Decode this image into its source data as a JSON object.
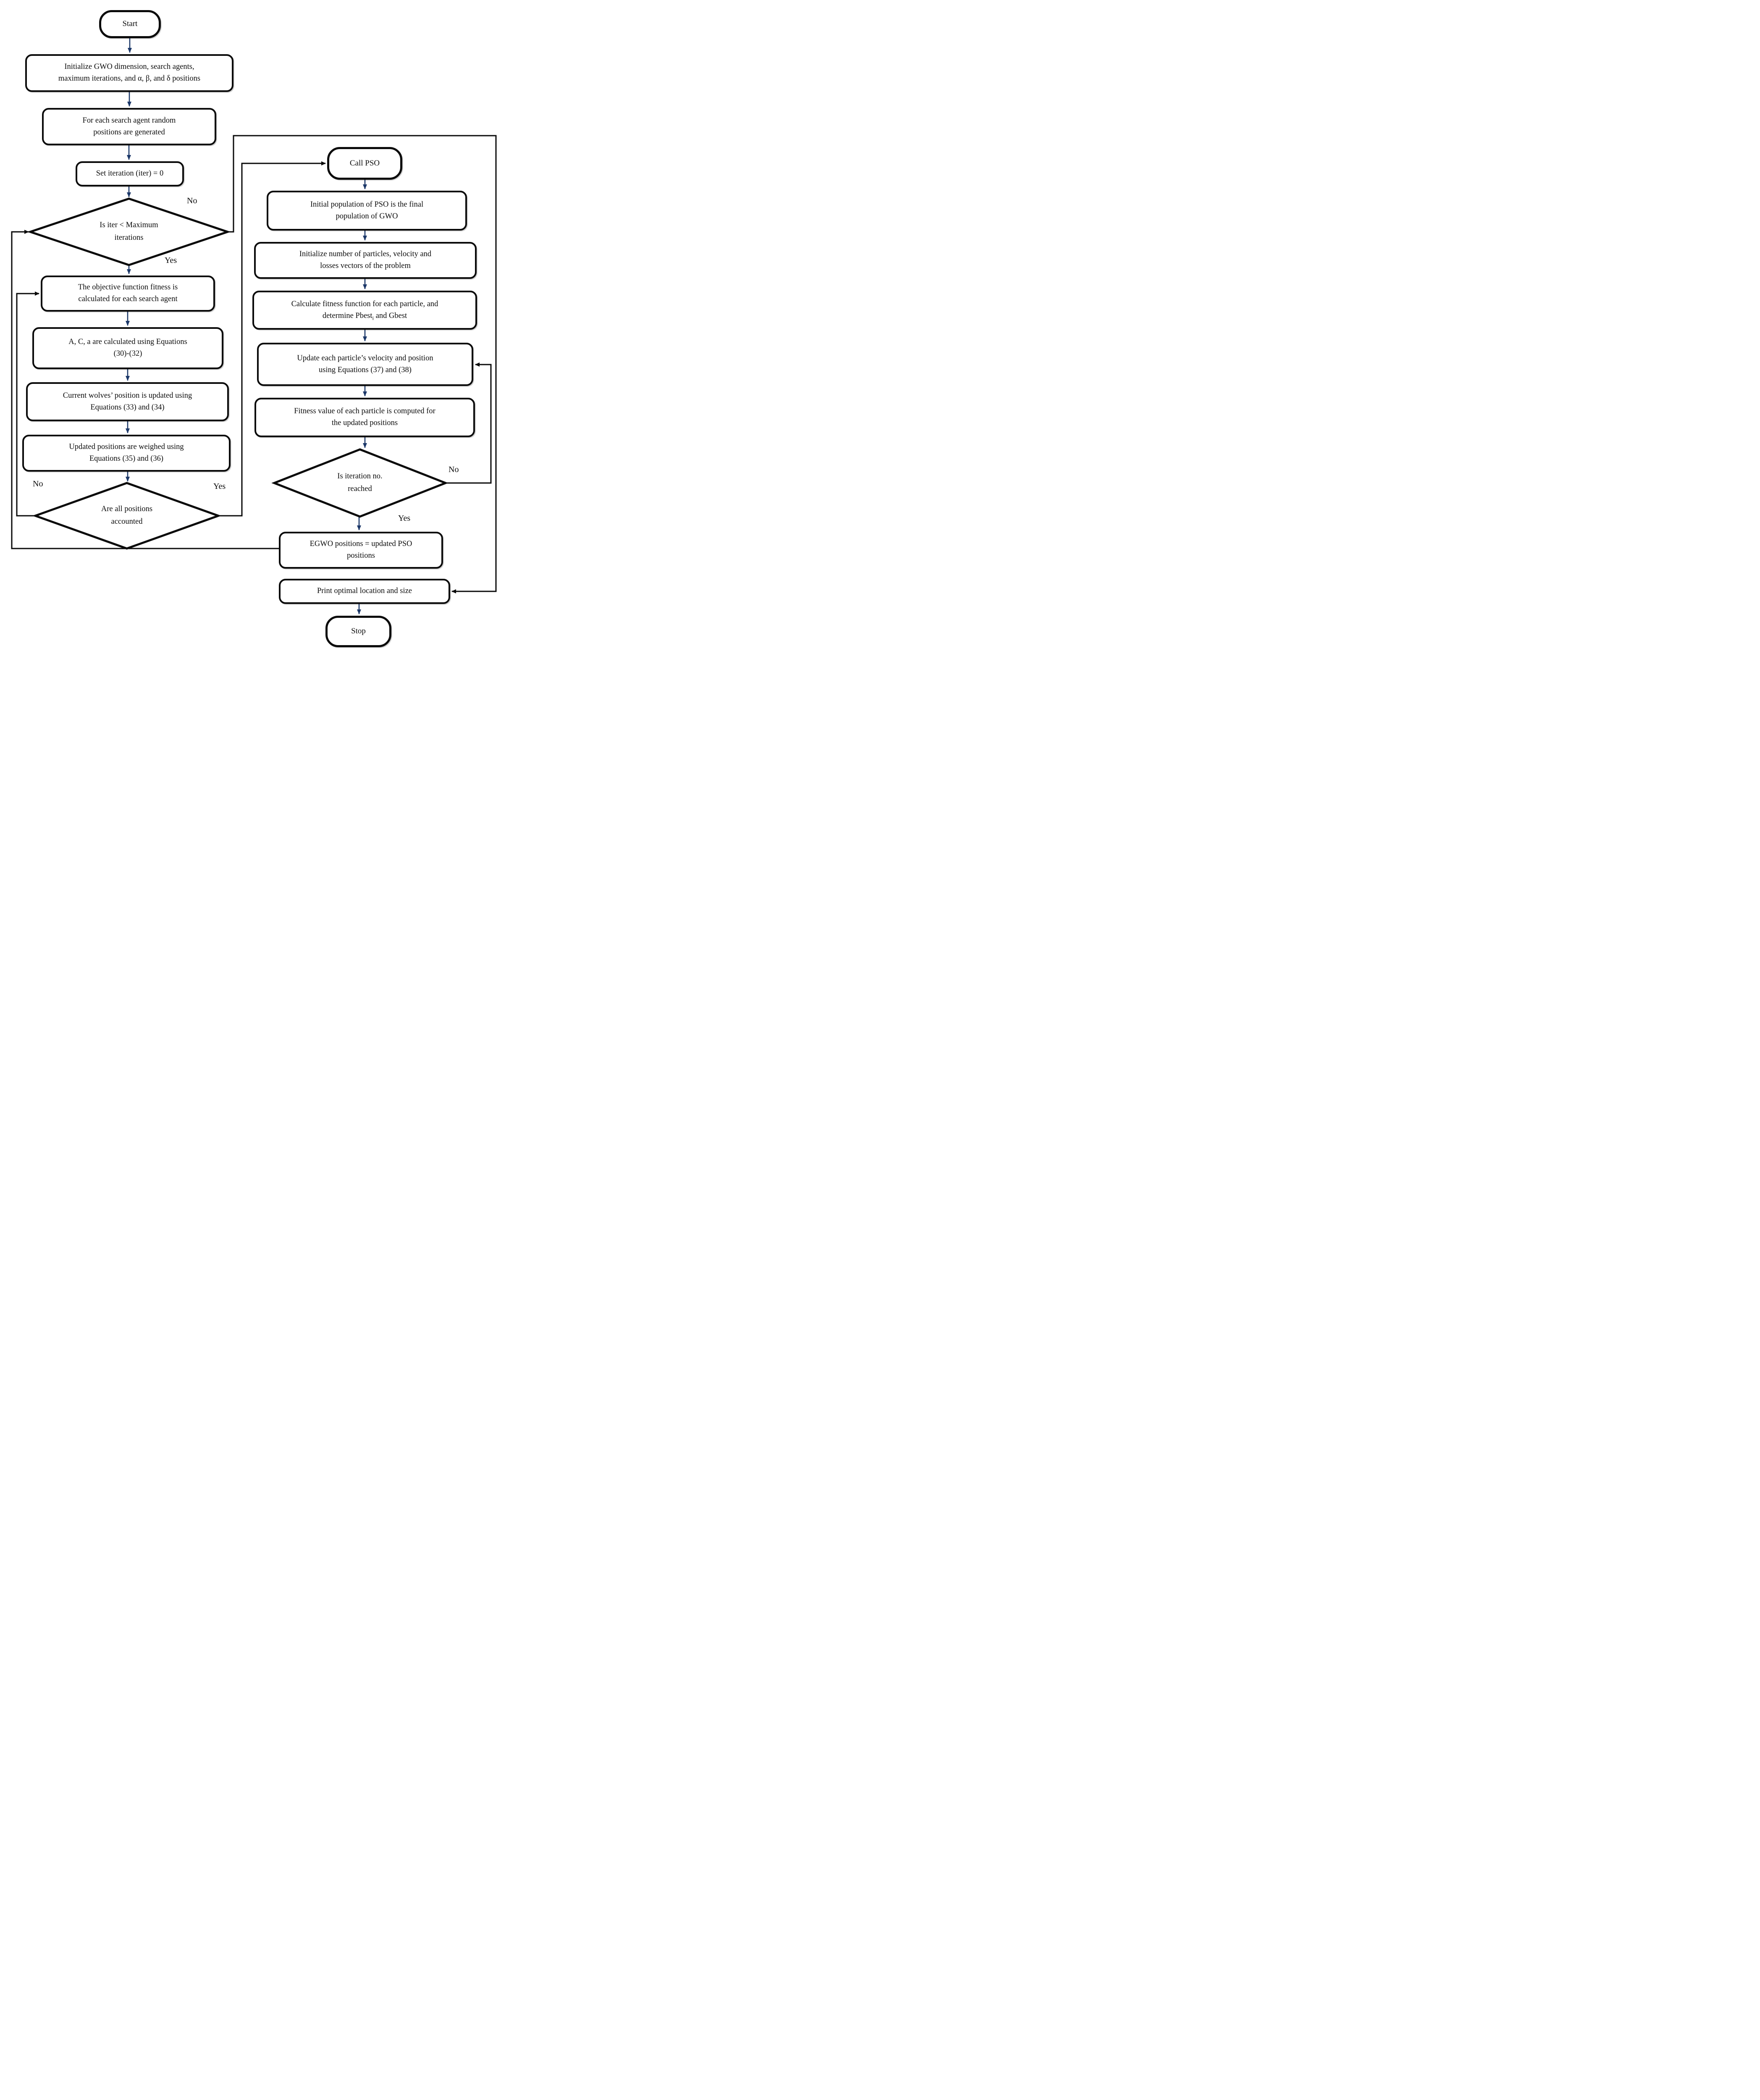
{
  "colors": {
    "arrow_blue": "#1c3869",
    "line_black": "#0a0a0a",
    "box_fill": "#ffffff"
  },
  "nodes": {
    "start": {
      "label": "Start"
    },
    "init_gwo": {
      "label": "Initialize GWO dimension, search agents,\nmaximum iterations, and α, β, and δ positions"
    },
    "random_positions": {
      "label": "For each search agent random\npositions are generated"
    },
    "set_iteration": {
      "label": "Set iteration (iter) = 0"
    },
    "iter_check": {
      "label": "Is iter < Maximum\niterations"
    },
    "objective_fitness": {
      "label": "The objective function fitness is\ncalculated for each search agent"
    },
    "aca_equations": {
      "label": "A, C, a are calculated using Equations\n(30)-(32)"
    },
    "wolves_update": {
      "label": "Current wolves’ position is updated using\nEquations (33) and (34)"
    },
    "positions_weighed": {
      "label": "Updated positions are weighed using\nEquations (35) and (36)"
    },
    "positions_check": {
      "label": "Are all positions\naccounted"
    },
    "call_pso": {
      "label": "Call PSO"
    },
    "initial_population": {
      "label": "Initial population of PSO is the final\npopulation of GWO"
    },
    "init_particles": {
      "label": "Initialize number of particles, velocity and\nlosses vectors of the problem"
    },
    "fitness_function": {
      "pre": "Calculate fitness function for each particle, and\ndetermine Pbest",
      "sub": "i",
      "post": " and Gbest"
    },
    "update_velocity": {
      "label": "Update each particle’s velocity and position\nusing Equations (37) and (38)"
    },
    "fitness_value": {
      "label": "Fitness value of each particle is computed for\nthe updated positions"
    },
    "iteration_check": {
      "label": "Is iteration no.\nreached"
    },
    "egwo_positions": {
      "label": "EGWO positions = updated PSO\npositions"
    },
    "print_optimal": {
      "label": "Print optimal location and size"
    },
    "stop": {
      "label": "Stop"
    }
  },
  "edge_labels": {
    "iter_no": "No",
    "iter_yes": "Yes",
    "positions_no": "No",
    "positions_yes": "Yes",
    "iteration_no": "No",
    "iteration_yes": "Yes"
  }
}
